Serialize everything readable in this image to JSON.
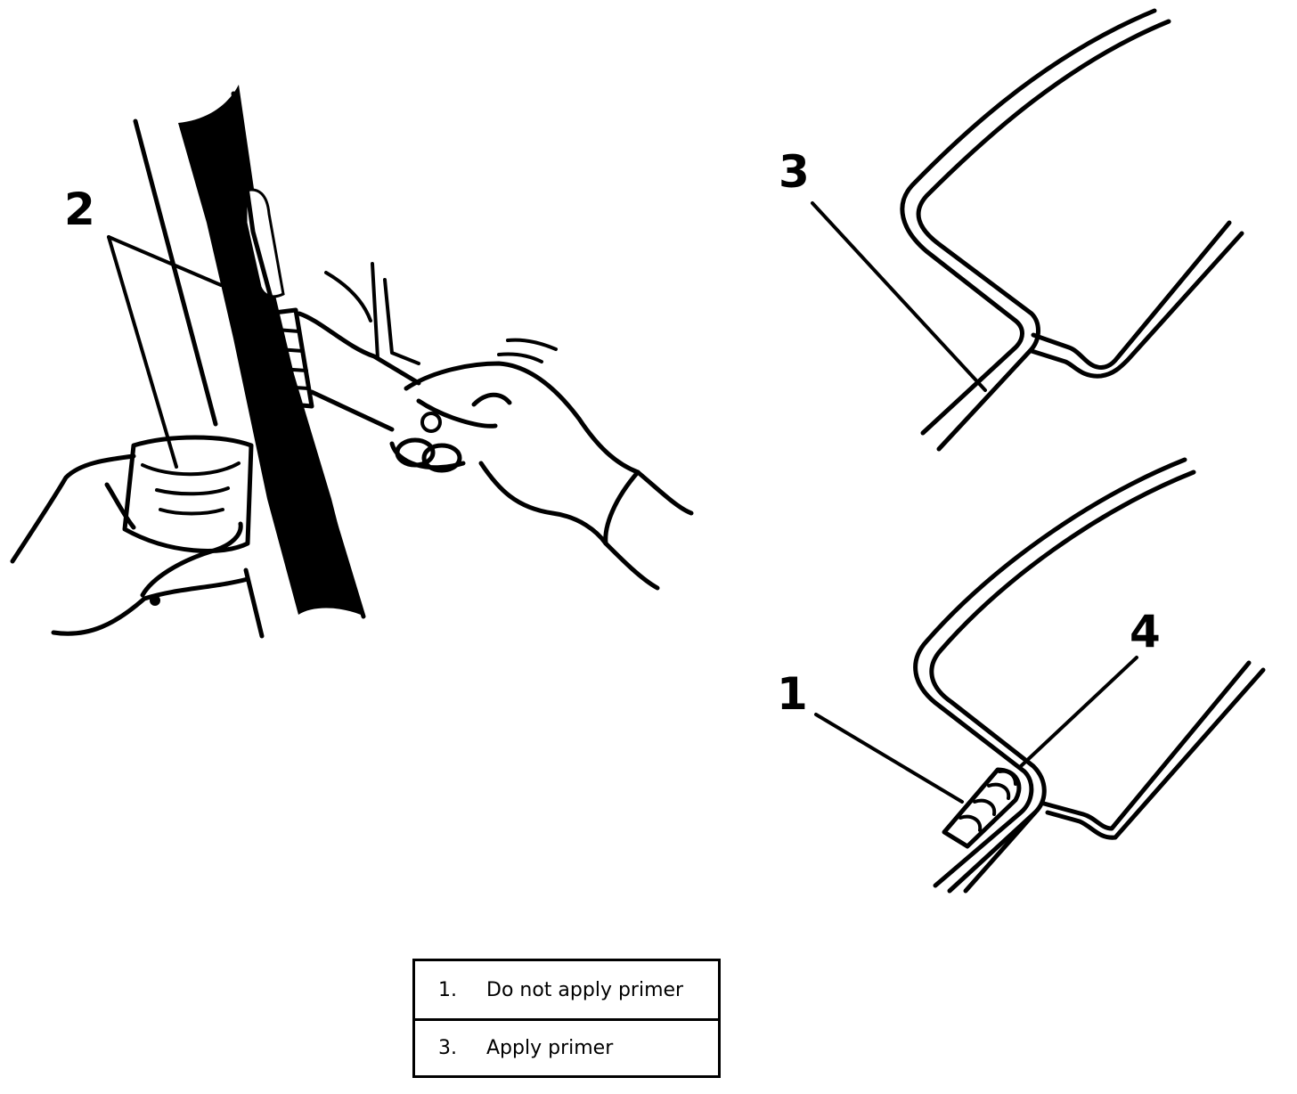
{
  "callouts": [
    {
      "id": "1",
      "label": "1"
    },
    {
      "id": "2",
      "label": "2"
    },
    {
      "id": "3",
      "label": "3"
    },
    {
      "id": "4",
      "label": "4"
    }
  ],
  "legend": {
    "rows": [
      {
        "number": "1.",
        "text": "Do not apply primer"
      },
      {
        "number": "3.",
        "text": "Apply primer"
      }
    ]
  }
}
